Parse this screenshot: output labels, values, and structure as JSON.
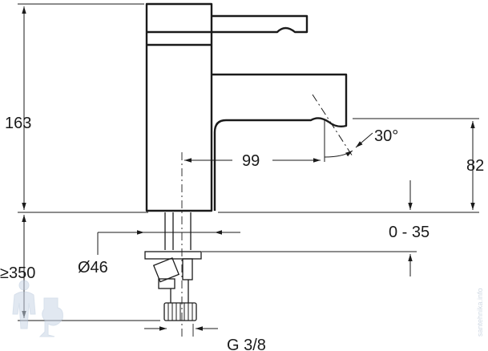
{
  "dimensions": {
    "height_total": "163",
    "height_spout": "82",
    "spout_reach": "99",
    "spout_angle": "30°",
    "deck_thickness": "0 - 35",
    "base_diameter": "Ø46",
    "hose_length": "≥350",
    "connection_thread": "G 3/8"
  },
  "watermark": {
    "text": "santehnika.info"
  },
  "colors": {
    "line": "#1a1a1a",
    "watermark": "#c9d6e6"
  }
}
